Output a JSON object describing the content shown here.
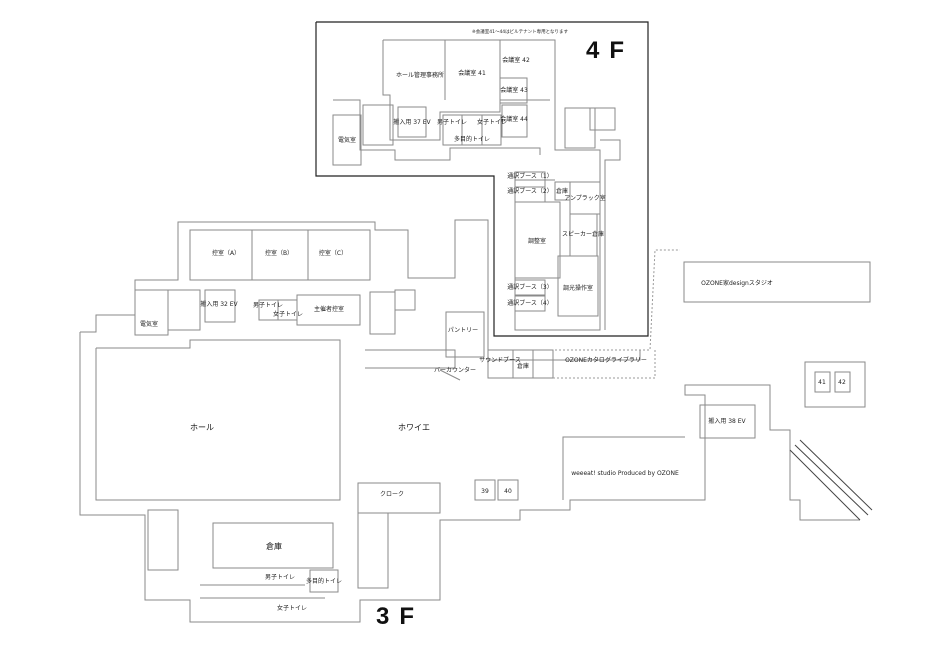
{
  "floor4": {
    "floor_label": "4F",
    "note": "※会議室41～44はビルテナント専用となります",
    "rooms": {
      "hall_office": "ホール管理事務所",
      "meeting41": "会議室 41",
      "meeting42": "会議室 42",
      "meeting43": "会議室 43",
      "meeting44": "会議室 44",
      "mens_toilet": "男子トイレ",
      "multi_toilet": "多目的トイレ",
      "womens_toilet": "女子トイレ",
      "freight_ev": "搬入用 37 EV",
      "electric_room": "電気室",
      "booth1": "通訳ブース（1）",
      "booth2": "通訳ブース（2）",
      "booth3": "通訳ブース（3）",
      "booth4": "通訳ブース（4）",
      "storage": "倉庫",
      "amp_room": "アンプラック室",
      "speaker_storage": "スピーカー倉庫",
      "control_room": "調整室",
      "lighting_room": "調光操作室"
    }
  },
  "floor3": {
    "floor_label": "3F",
    "rooms": {
      "waiting_a": "控室（A）",
      "waiting_b": "控室（B）",
      "waiting_c": "控室（C）",
      "organizer_room": "主催者控室",
      "freight_ev": "搬入用 32 EV",
      "electric_room": "電気室",
      "mens_toilet_small": "男子トイレ",
      "womens_toilet_small": "女子トイレ",
      "pantry": "パントリー",
      "bar_counter": "バーカウンター",
      "sound_booth": "サウンドブース",
      "storage_small": "倉庫",
      "hall": "ホール",
      "foyer": "ホワイエ",
      "cloak": "クローク",
      "warehouse": "倉庫",
      "multi_toilet": "多目的トイレ",
      "mens_toilet": "男子トイレ",
      "womens_toilet": "女子トイレ",
      "catalog_library": "OZONEカタログライブラリー",
      "design_studio": "OZONE家designスタジオ",
      "weeeat_studio": "weeeat! studio Produced by OZONE",
      "freight_ev38": "搬入用 38 EV",
      "ev39": "39",
      "ev40": "40",
      "ev41": "41",
      "ev42": "42"
    }
  }
}
